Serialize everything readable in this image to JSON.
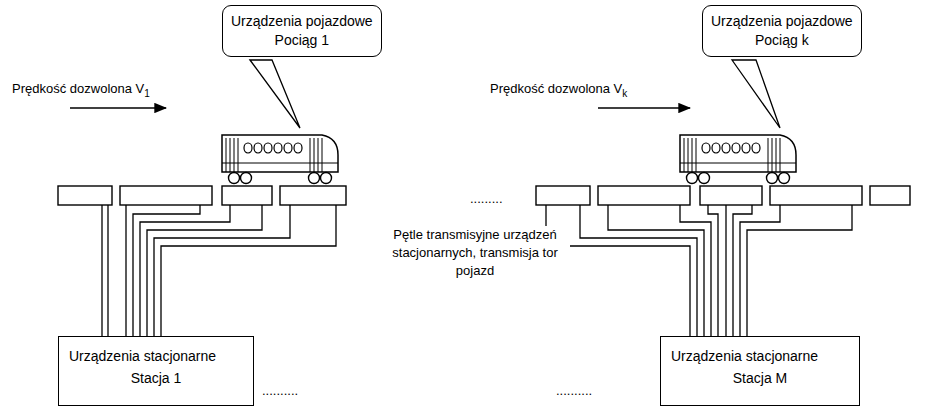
{
  "diagram": {
    "nodes": [
      {
        "text": [
          "Urządzenia pojazdowe",
          "Pociąg 1"
        ]
      },
      {
        "text": [
          "Urządzenia pojazdowe",
          "Pociąg  k"
        ]
      },
      {
        "text": [
          "Urządzenia stacjonarne",
          "Stacja 1"
        ]
      },
      {
        "text": [
          "Urządzenia stacjonarne",
          "Stacja M"
        ]
      }
    ],
    "edges": [],
    "labels": [
      "Prędkość dozwolona V",
      "1",
      "Prędkość dozwolona V",
      "k",
      "Pętle transmisyjne urządzeń stacjonarnych, transmisja tor pojazd",
      ".........",
      "..........",
      ".........."
    ]
  }
}
